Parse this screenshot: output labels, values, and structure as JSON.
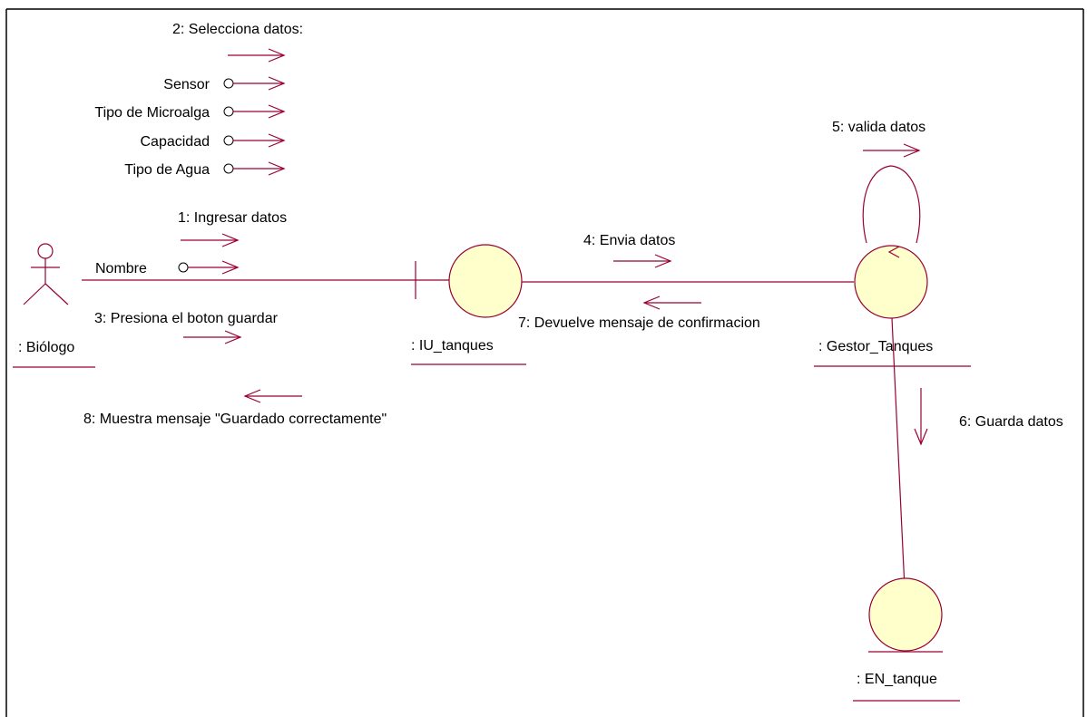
{
  "diagram": {
    "colors": {
      "line": "#990033",
      "object_fill": "#ffffcc",
      "text": "#000000",
      "border": "#000000"
    },
    "actor": {
      "label": ": Biólogo",
      "icon": "stick-figure-actor-icon"
    },
    "objects": {
      "boundary": {
        "label": ": IU_tanques",
        "icon": "boundary-icon"
      },
      "control": {
        "label": ": Gestor_Tanques",
        "icon": "control-icon"
      },
      "entity": {
        "label": ": EN_tanque",
        "icon": "entity-icon"
      }
    },
    "messages": {
      "m1": "1: Ingresar datos",
      "m2": "2: Selecciona datos:",
      "m3": "3: Presiona el boton guardar",
      "m4": "4: Envia datos",
      "m5": "5: valida datos",
      "m6": "6: Guarda datos",
      "m7": "7: Devuelve mensaje de confirmacion",
      "m8": "8: Muestra mensaje \"Guardado correctamente\""
    },
    "parameters": {
      "nombre": "Nombre",
      "sensor": "Sensor",
      "microalga": "Tipo de Microalga",
      "capacidad": "Capacidad",
      "agua": "Tipo de Agua"
    }
  }
}
